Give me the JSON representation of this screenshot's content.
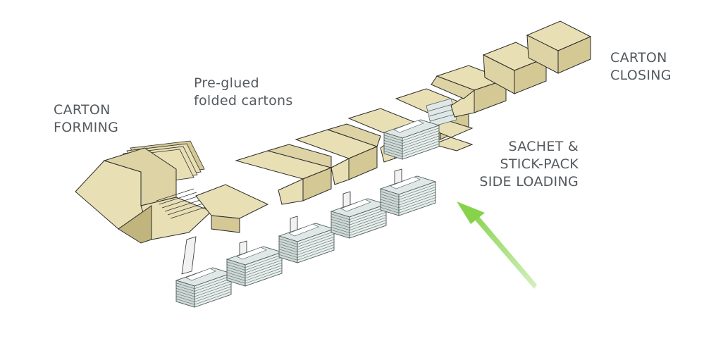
{
  "labels": {
    "carton_forming": [
      "CARTON",
      "FORMING"
    ],
    "pre_glued": [
      "Pre-glued",
      "folded cartons"
    ],
    "carton_closing": [
      "CARTON",
      "CLOSING"
    ],
    "sachet_loading": [
      "SACHET &",
      "STICK-PACK",
      "SIDE LOADING"
    ]
  },
  "colors": {
    "carton_fill": "#e8dfb4",
    "carton_shade": "#d4c895",
    "carton_dark": "#c2b47d",
    "outline": "#2b2b2b",
    "sachet_fill": "#dfe8e6",
    "sachet_line": "#4c5a58",
    "pusher": "#f2f2f2",
    "arrow": "#86d34b",
    "label_text": "#555a5e"
  },
  "sachet_stack_count": 6,
  "closed_box_count": 3,
  "open_carton_count": 4,
  "pusher_count": 5
}
